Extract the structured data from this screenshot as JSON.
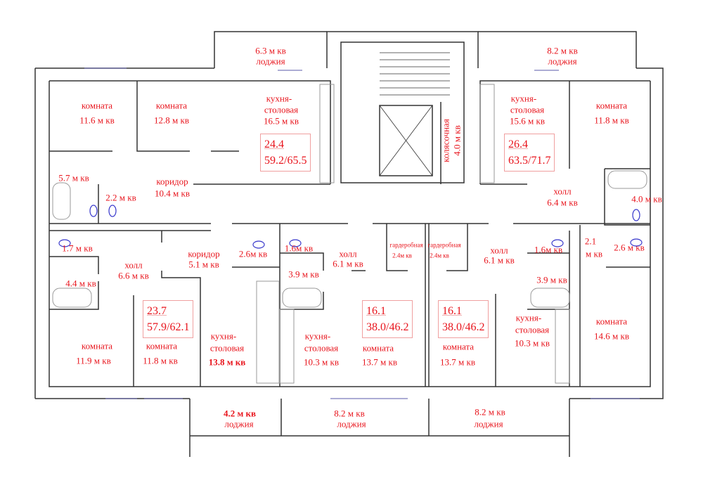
{
  "title": "План этажа",
  "loggias": [
    {
      "area": "6.3 м кв",
      "label": "лоджия"
    },
    {
      "area": "8.2 м кв",
      "label": "лоджия"
    },
    {
      "area": "4.2 м кв",
      "label": "лоджия"
    },
    {
      "area": "8.2 м кв",
      "label": "лоджия"
    },
    {
      "area": "8.2 м кв",
      "label": "лоджия"
    }
  ],
  "apartments": [
    {
      "living": "24.4",
      "total": "59.2/65.5"
    },
    {
      "living": "26.4",
      "total": "63.5/71.7"
    },
    {
      "living": "23.7",
      "total": "57.9/62.1"
    },
    {
      "living": "16.1",
      "total": "38.0/46.2"
    },
    {
      "living": "16.1",
      "total": "38.0/46.2"
    }
  ],
  "rooms": {
    "r1": {
      "name": "комната",
      "area": "11.6 м кв"
    },
    "r2": {
      "name": "комната",
      "area": "12.8 м кв"
    },
    "k1": {
      "name1": "кухня-",
      "name2": "столовая",
      "area": "16.5 м кв"
    },
    "bath1": "5.7 м кв",
    "wc1": "2.2 м кв",
    "cor1": {
      "name": "коридор",
      "area": "10.4 м кв"
    },
    "stroller": {
      "name": "колясочная",
      "area": "4.0 м кв"
    },
    "k2": {
      "name1": "кухня-",
      "name2": "столовая",
      "area": "15.6 м кв"
    },
    "r3": {
      "name": "комната",
      "area": "11.8 м кв"
    },
    "hall2": {
      "name": "холл",
      "area": "6.4 м кв"
    },
    "bath2": "4.0 м кв",
    "wc3": "1.7 м кв",
    "bath3": "4.4 м кв",
    "hall3": {
      "name": "холл",
      "area": "6.6 м кв"
    },
    "cor3": {
      "name": "коридор",
      "area": "5.1 м кв"
    },
    "wc3b": "2.6м кв",
    "wc4": "1.6м кв",
    "bath4": "3.9 м кв",
    "hall4": {
      "name": "холл",
      "area": "6.1 м кв"
    },
    "ward1": {
      "name": "гардеробная",
      "area": "2.4м кв"
    },
    "ward2": {
      "name": "гардеробная",
      "area": "2.4м кв"
    },
    "hall5": {
      "name": "холл",
      "area": "6.1 м кв"
    },
    "wc5": "1.6м кв",
    "bath5": "3.9 м кв",
    "hall6": {
      "n1": "2.1",
      "n2": "м кв"
    },
    "wc6": "2.6 м кв",
    "r4": {
      "name": "комната",
      "area": "11.9 м кв"
    },
    "r5": {
      "name": "комната",
      "area": "11.8 м кв"
    },
    "k3": {
      "name1": "кухня-",
      "name2": "столовая",
      "area": "13.8 м кв"
    },
    "k4": {
      "name1": "кухня-",
      "name2": "столовая",
      "area": "10.3 м кв"
    },
    "r6": {
      "name": "комната",
      "area": "13.7 м кв"
    },
    "r7": {
      "name": "комната",
      "area": "13.7 м кв"
    },
    "k5": {
      "name1": "кухня-",
      "name2": "столовая",
      "area": "10.3 м кв"
    },
    "r8": {
      "name": "комната",
      "area": "14.6 м кв"
    }
  }
}
